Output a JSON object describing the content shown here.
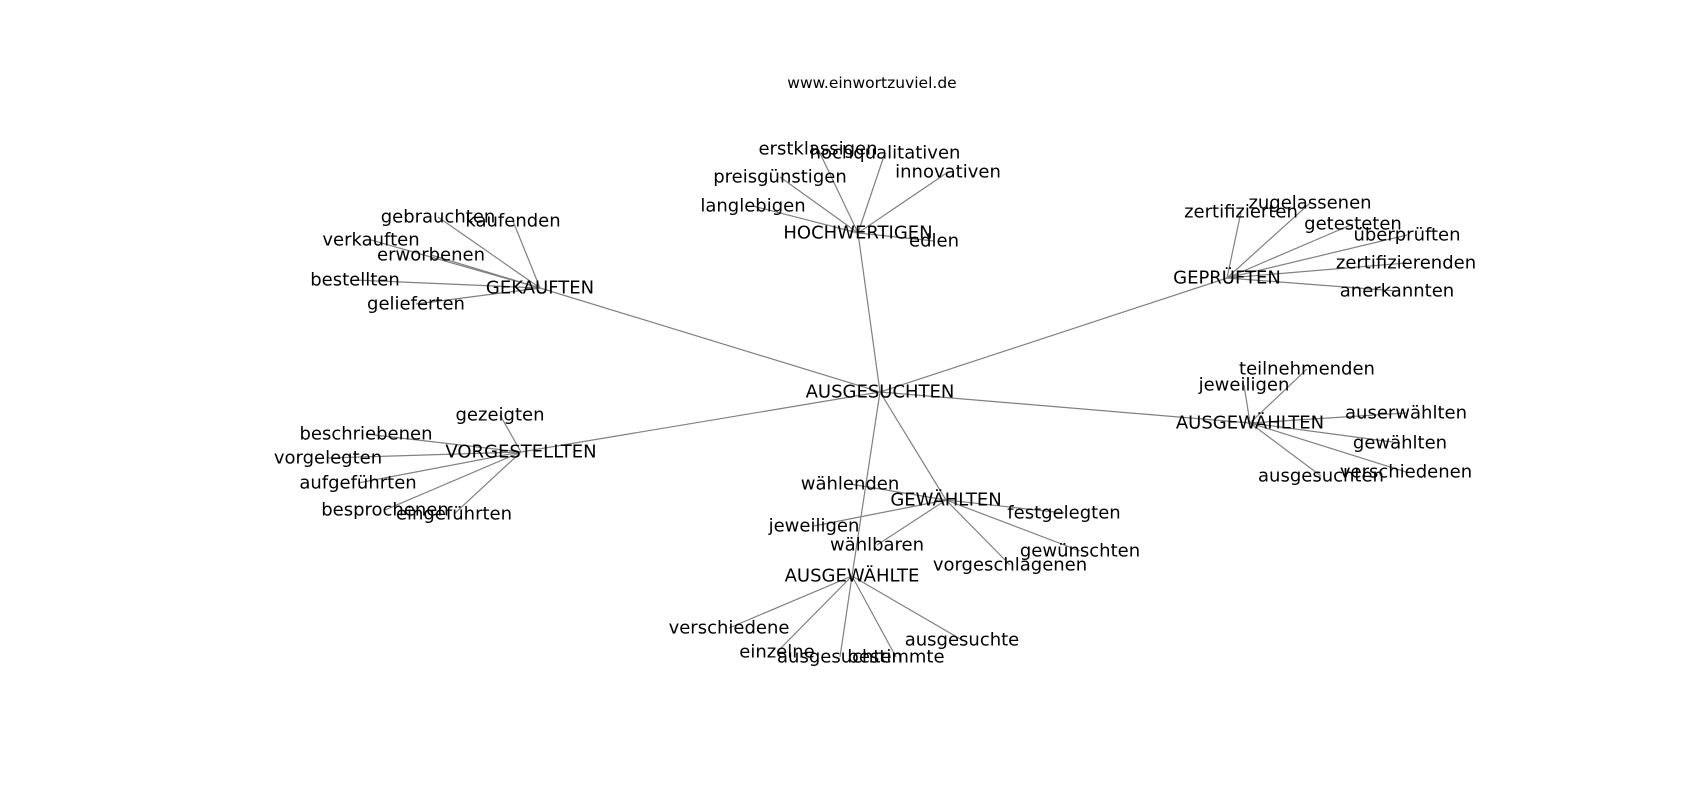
{
  "site": "www.einwortzuviel.de",
  "center": "AUSGESUCHTEN",
  "hubs": [
    {
      "id": "gekauften",
      "label": "GEKAUFTEN",
      "children": [
        {
          "id": "gebrauchten",
          "label": "gebrauchten"
        },
        {
          "id": "kaufenden",
          "label": "kaufenden"
        },
        {
          "id": "verkauften",
          "label": "verkauften"
        },
        {
          "id": "erworbenen",
          "label": "erworbenen"
        },
        {
          "id": "bestellten",
          "label": "bestellten"
        },
        {
          "id": "gelieferten",
          "label": "gelieferten"
        }
      ]
    },
    {
      "id": "hochwertigen",
      "label": "HOCHWERTIGEN",
      "children": [
        {
          "id": "erstklassigen",
          "label": "erstklassigen"
        },
        {
          "id": "hochqualitativen",
          "label": "hochqualitativen"
        },
        {
          "id": "innovativen",
          "label": "innovativen"
        },
        {
          "id": "preisguenstigen",
          "label": "preisgünstigen"
        },
        {
          "id": "langlebigen",
          "label": "langlebigen"
        },
        {
          "id": "edlen",
          "label": "edlen"
        }
      ]
    },
    {
      "id": "geprueften",
      "label": "GEPRÜFTEN",
      "children": [
        {
          "id": "zertifizierten",
          "label": "zertifizierten"
        },
        {
          "id": "zugelassenen",
          "label": "zugelassenen"
        },
        {
          "id": "getesteten",
          "label": "getesteten"
        },
        {
          "id": "ueberprueften",
          "label": "überprüften"
        },
        {
          "id": "zertifizierenden",
          "label": "zertifizierenden"
        },
        {
          "id": "anerkannten",
          "label": "anerkannten"
        }
      ]
    },
    {
      "id": "ausgewaehlten",
      "label": "AUSGEWÄHLTEN",
      "children": [
        {
          "id": "teilnehmenden",
          "label": "teilnehmenden"
        },
        {
          "id": "jeweiligen-a",
          "label": "jeweiligen"
        },
        {
          "id": "auserwaehlten",
          "label": "auserwählten"
        },
        {
          "id": "gewaehlten-small",
          "label": "gewählten"
        },
        {
          "id": "verschiedenen",
          "label": "verschiedenen"
        },
        {
          "id": "ausgesuchten-small",
          "label": "ausgesuchten"
        }
      ]
    },
    {
      "id": "vorgestellten",
      "label": "VORGESTELLTEN",
      "children": [
        {
          "id": "gezeigten",
          "label": "gezeigten"
        },
        {
          "id": "beschriebenen",
          "label": "beschriebenen"
        },
        {
          "id": "vorgelegten",
          "label": "vorgelegten"
        },
        {
          "id": "aufgefuehrten",
          "label": "aufgeführten"
        },
        {
          "id": "besprochenen",
          "label": "besprochenen"
        },
        {
          "id": "eingefuehrten",
          "label": "eingeführten"
        }
      ]
    },
    {
      "id": "gewaehlten",
      "label": "GEWÄHLTEN",
      "children": [
        {
          "id": "waehlenden",
          "label": "wählenden"
        },
        {
          "id": "festgelegten",
          "label": "festgelegten"
        },
        {
          "id": "jeweiligen-b",
          "label": "jeweiligen"
        },
        {
          "id": "waehlbaren",
          "label": "wählbaren"
        },
        {
          "id": "gewuenschten",
          "label": "gewünschten"
        },
        {
          "id": "vorgeschlagenen",
          "label": "vorgeschlagenen"
        }
      ]
    },
    {
      "id": "ausgewaehlte",
      "label": "AUSGEWÄHLTE",
      "children": [
        {
          "id": "verschiedene",
          "label": "verschiedene"
        },
        {
          "id": "einzelne",
          "label": "einzelne"
        },
        {
          "id": "ausgesuchten-c",
          "label": "ausgesuchten"
        },
        {
          "id": "bestimmte",
          "label": "bestimmte"
        },
        {
          "id": "ausgesuchte",
          "label": "ausgesuchte"
        }
      ]
    }
  ]
}
